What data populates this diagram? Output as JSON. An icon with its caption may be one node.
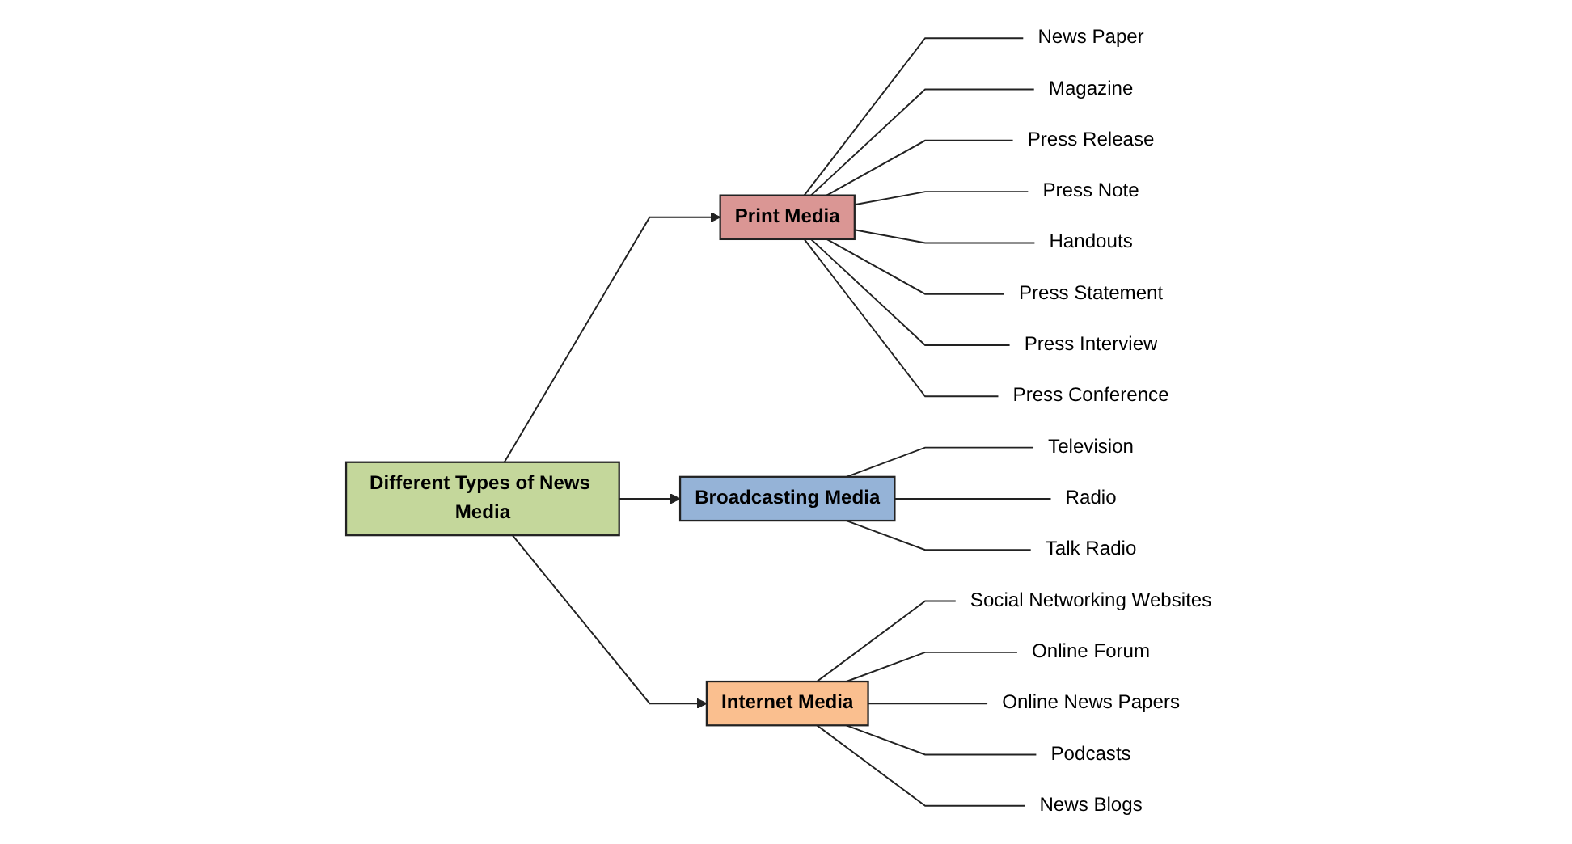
{
  "diagram": {
    "nodes": [
      {
        "text": [
          "Different Types of News Media"
        ]
      },
      {
        "text": [
          "Print Media"
        ]
      },
      {
        "text": [
          "Broadcasting Media"
        ]
      },
      {
        "text": [
          "Internet Media"
        ]
      },
      {
        "text": [
          "News Paper"
        ]
      },
      {
        "text": [
          "Magazine"
        ]
      },
      {
        "text": [
          "Press Release"
        ]
      },
      {
        "text": [
          "Press Note"
        ]
      },
      {
        "text": [
          "Handouts"
        ]
      },
      {
        "text": [
          "Press Statement"
        ]
      },
      {
        "text": [
          "Press Interview"
        ]
      },
      {
        "text": [
          "Press Conference"
        ]
      },
      {
        "text": [
          "Television"
        ]
      },
      {
        "text": [
          "Radio"
        ]
      },
      {
        "text": [
          "Talk Radio"
        ]
      },
      {
        "text": [
          "Social Networking Websites"
        ]
      },
      {
        "text": [
          "Online Forum"
        ]
      },
      {
        "text": [
          "Online News Papers"
        ]
      },
      {
        "text": [
          "Podcasts"
        ]
      },
      {
        "text": [
          "News Blogs"
        ]
      }
    ],
    "edges": [
      {
        "from": 0,
        "to": 1,
        "arrow": "to"
      },
      {
        "from": 0,
        "to": 2,
        "arrow": "to"
      },
      {
        "from": 0,
        "to": 3,
        "arrow": "to"
      },
      {
        "from": 1,
        "to": 4,
        "arrow": "none"
      },
      {
        "from": 1,
        "to": 5,
        "arrow": "none"
      },
      {
        "from": 1,
        "to": 6,
        "arrow": "none"
      },
      {
        "from": 1,
        "to": 7,
        "arrow": "none"
      },
      {
        "from": 1,
        "to": 8,
        "arrow": "none"
      },
      {
        "from": 1,
        "to": 9,
        "arrow": "none"
      },
      {
        "from": 1,
        "to": 10,
        "arrow": "none"
      },
      {
        "from": 1,
        "to": 11,
        "arrow": "none"
      },
      {
        "from": 2,
        "to": 12,
        "arrow": "none"
      },
      {
        "from": 2,
        "to": 13,
        "arrow": "none"
      },
      {
        "from": 2,
        "to": 14,
        "arrow": "none"
      },
      {
        "from": 3,
        "to": 15,
        "arrow": "none"
      },
      {
        "from": 3,
        "to": 16,
        "arrow": "none"
      },
      {
        "from": 3,
        "to": 17,
        "arrow": "none"
      },
      {
        "from": 3,
        "to": 18,
        "arrow": "none"
      },
      {
        "from": 3,
        "to": 19,
        "arrow": "none"
      }
    ]
  }
}
